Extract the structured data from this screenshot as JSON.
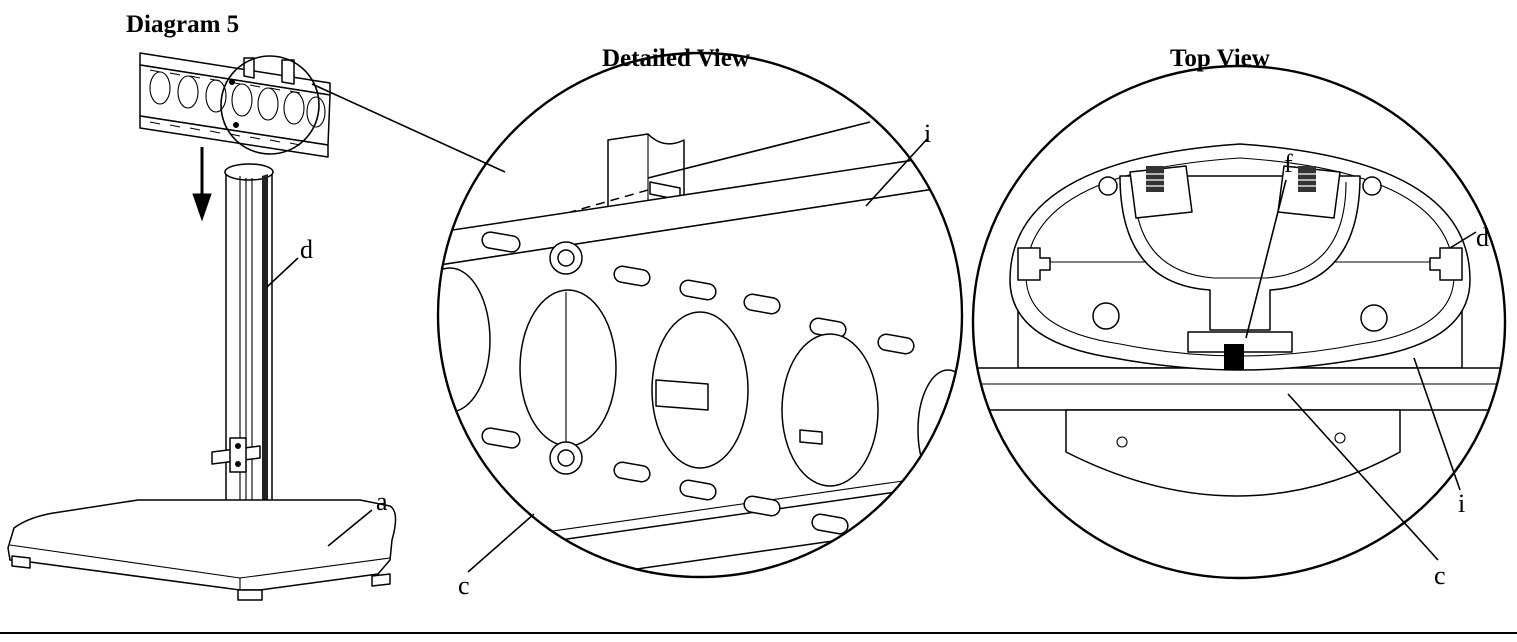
{
  "diagram": {
    "title": "Diagram 5",
    "views": {
      "detailed": "Detailed View",
      "top": "Top View"
    },
    "labels": {
      "stand_d": "d",
      "stand_a": "a",
      "detail_i": "i",
      "detail_c": "c",
      "top_f": "f",
      "top_d": "d",
      "top_i": "i",
      "top_c": "c"
    }
  }
}
